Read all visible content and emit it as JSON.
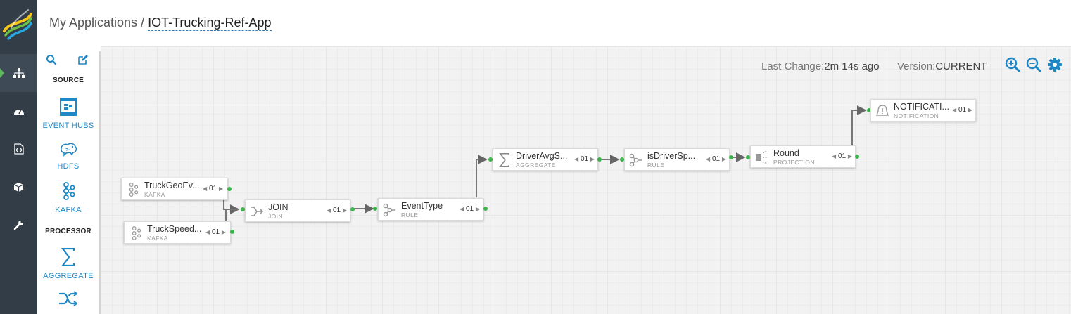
{
  "header": {
    "breadcrumb_root": "My Applications",
    "breadcrumb_sep": "/",
    "app_name": "IOT-Trucking-Ref-App"
  },
  "nav": {
    "items": [
      {
        "icon": "topology-icon",
        "active": true
      },
      {
        "icon": "dashboard-icon",
        "active": false
      },
      {
        "icon": "code-file-icon",
        "active": false
      },
      {
        "icon": "cube-icon",
        "active": false
      },
      {
        "icon": "wrench-icon",
        "active": false
      }
    ]
  },
  "palette": {
    "source_heading": "SOURCE",
    "processor_heading": "PROCESSOR",
    "sources": [
      {
        "label": "EVENT HUBS",
        "icon": "event-hubs-icon"
      },
      {
        "label": "HDFS",
        "icon": "hdfs-icon"
      },
      {
        "label": "KAFKA",
        "icon": "kafka-icon"
      }
    ],
    "processors": [
      {
        "label": "AGGREGATE",
        "icon": "sigma-icon"
      },
      {
        "label": "",
        "icon": "branch-icon"
      }
    ]
  },
  "status": {
    "last_change_label": "Last Change:",
    "last_change_value": "2m 14s ago",
    "version_label": "Version:",
    "version_value": "CURRENT"
  },
  "colors": {
    "accent": "#1e88c7",
    "port": "#3cb44b",
    "nav_bg": "#323d47"
  },
  "nodes": [
    {
      "title": "TruckGeoEv...",
      "type": "KAFKA",
      "parallelism": "01",
      "icon": "kafka-icon"
    },
    {
      "title": "TruckSpeed...",
      "type": "KAFKA",
      "parallelism": "01",
      "icon": "kafka-icon"
    },
    {
      "title": "JOIN",
      "type": "JOIN",
      "parallelism": "01",
      "icon": "join-icon"
    },
    {
      "title": "EventType",
      "type": "RULE",
      "parallelism": "01",
      "icon": "rule-icon"
    },
    {
      "title": "DriverAvgS...",
      "type": "AGGREGATE",
      "parallelism": "01",
      "icon": "sigma-icon"
    },
    {
      "title": "isDriverSp...",
      "type": "RULE",
      "parallelism": "01",
      "icon": "rule-icon"
    },
    {
      "title": "Round",
      "type": "PROJECTION",
      "parallelism": "01",
      "icon": "projection-icon"
    },
    {
      "title": "NOTIFICATI...",
      "type": "NOTIFICATION",
      "parallelism": "01",
      "icon": "bell-icon"
    }
  ]
}
